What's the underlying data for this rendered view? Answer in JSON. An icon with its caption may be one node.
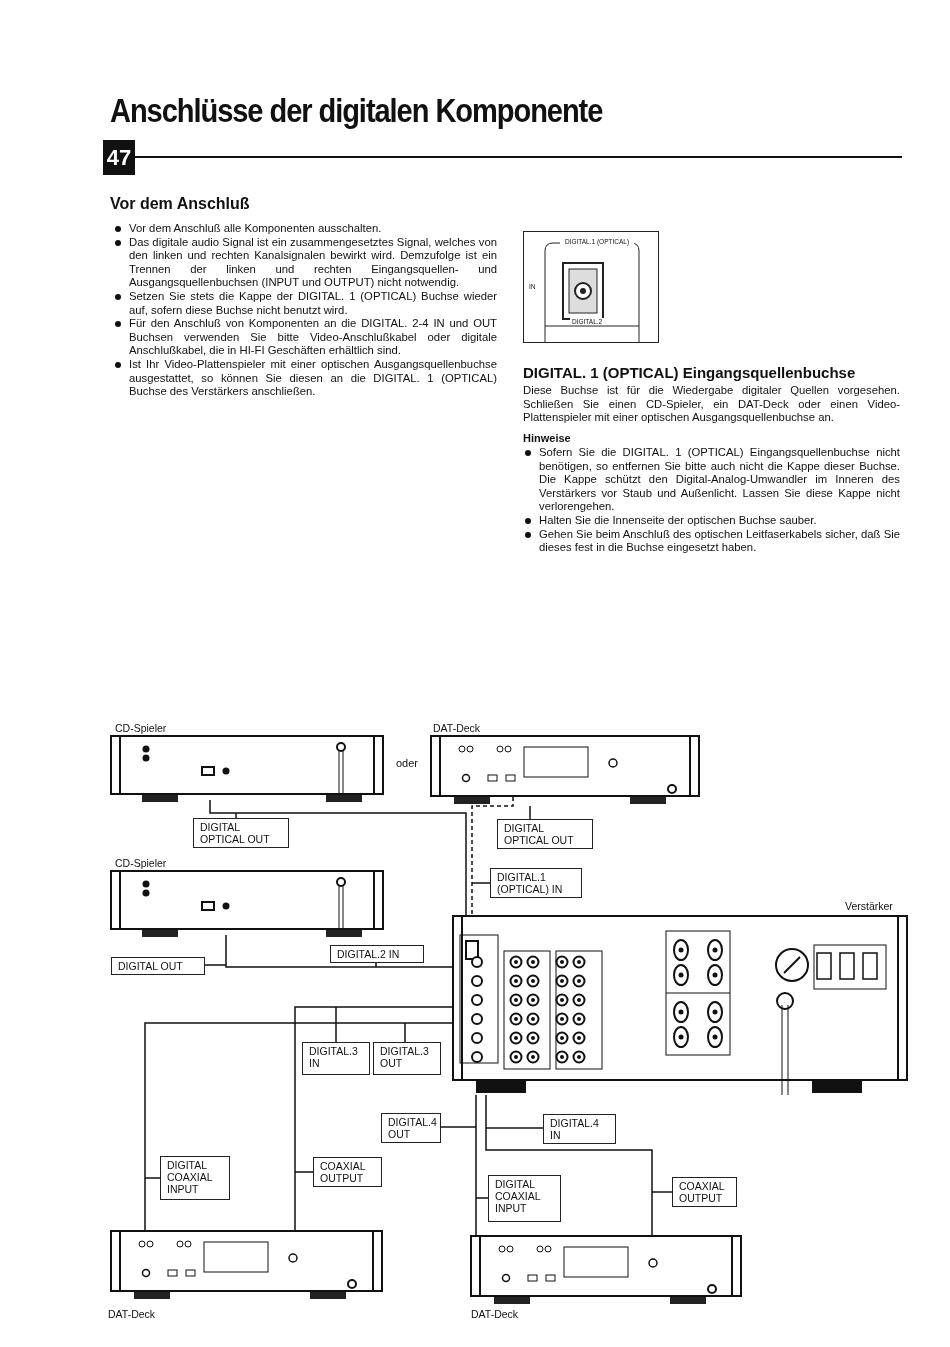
{
  "diagram": {
    "title": "Anschlüsse der digitalen Komponente",
    "nodes": [
      {
        "text": [],
        "shape": "picture",
        "beside": [
          "CD-Spieler"
        ]
      },
      {
        "text": [],
        "shape": "picture",
        "beside": [
          "DAT-Deck"
        ]
      },
      {
        "text": [],
        "shape": "picture",
        "beside": [
          "CD-Spieler"
        ]
      },
      {
        "text": [],
        "shape": "picture",
        "beside": [
          "Verstärker"
        ]
      },
      {
        "text": [],
        "shape": "picture",
        "beside": [
          "DAT-Deck"
        ]
      },
      {
        "text": [],
        "shape": "picture",
        "beside": [
          "DAT-Deck"
        ]
      },
      {
        "text": [
          "DIGITAL OPTICAL OUT"
        ]
      },
      {
        "text": [
          "DIGITAL OPTICAL OUT"
        ]
      },
      {
        "text": [
          "DIGITAL.1 (OPTICAL) IN"
        ]
      },
      {
        "text": [
          "DIGITAL OUT"
        ]
      },
      {
        "text": [
          "DIGITAL.2 IN"
        ]
      },
      {
        "text": [
          "DIGITAL.3 IN"
        ]
      },
      {
        "text": [
          "DIGITAL.3 OUT"
        ]
      },
      {
        "text": [
          "DIGITAL.4 OUT"
        ]
      },
      {
        "text": [
          "DIGITAL.4 IN"
        ]
      },
      {
        "text": [
          "DIGITAL COAXIAL INPUT"
        ]
      },
      {
        "text": [
          "COAXIAL OUTPUT"
        ]
      },
      {
        "text": [
          "DIGITAL COAXIAL INPUT"
        ]
      },
      {
        "text": [
          "COAXIAL OUTPUT"
        ]
      }
    ],
    "edges": [
      {
        "from": 0,
        "to": 3,
        "arrow": "none"
      },
      {
        "from": 1,
        "to": 3,
        "arrow": "none",
        "style": "dashed"
      },
      {
        "from": 2,
        "to": 3,
        "arrow": "none"
      },
      {
        "from": 3,
        "to": 4,
        "arrow": "none"
      },
      {
        "from": 4,
        "to": 3,
        "arrow": "none"
      },
      {
        "from": 3,
        "to": 5,
        "arrow": "none"
      },
      {
        "from": 5,
        "to": 3,
        "arrow": "none"
      },
      {
        "from": 6,
        "to": null,
        "arrow": "none"
      },
      {
        "from": 7,
        "to": null,
        "arrow": "none"
      },
      {
        "from": 8,
        "to": null,
        "arrow": "none"
      },
      {
        "from": 9,
        "to": null,
        "arrow": "none"
      },
      {
        "from": 10,
        "to": null,
        "arrow": "none"
      },
      {
        "from": 11,
        "to": null,
        "arrow": "none"
      },
      {
        "from": 12,
        "to": null,
        "arrow": "none"
      },
      {
        "from": 13,
        "to": null,
        "arrow": "none"
      },
      {
        "from": 14,
        "to": null,
        "arrow": "none"
      },
      {
        "from": 15,
        "to": null,
        "arrow": "none"
      },
      {
        "from": 16,
        "to": null,
        "arrow": "none"
      },
      {
        "from": 17,
        "to": null,
        "arrow": "none"
      },
      {
        "from": 18,
        "to": null,
        "arrow": "none"
      }
    ],
    "labels": [
      "47",
      "Vor dem Anschluß",
      "Vor dem Anschluß alle Komponenten ausschalten.",
      "Das digitale audio Signal ist ein zusammengesetztes Signal, welches von den linken und rechten Kanalsignalen bewirkt wird. Demzufolge ist ein Trennen der linken und rechten Eingangsquellen- und Ausgangsquellenbuchsen (INPUT und OUTPUT) nicht notwendig.",
      "Setzen Sie stets die Kappe der DIGITAL. 1 (OPTICAL) Buchse wieder auf, sofern diese Buchse nicht benutzt wird.",
      "Für den Anschluß von Komponenten an die DIGITAL. 2-4 IN und OUT Buchsen verwenden Sie bitte Video-Anschlußkabel oder digitale Anschlußkabel, die in HI-FI Geschäften erhältlich sind.",
      "Ist Ihr Video-Plattenspieler mit einer optischen Ausgangsquellenbuchse ausgestattet, so können Sie diesen an die DIGITAL. 1 (OPTICAL) Buchse des Verstärkers anschließen.",
      "DIGITAL.1 (OPTICAL)",
      "IN",
      "DIGITAL.2",
      "DIGITAL. 1 (OPTICAL) Eingangsquellenbuchse",
      "Diese Buchse ist für die Wiedergabe digitaler Quellen vorgesehen. Schließen Sie einen CD-Spieler, ein DAT-Deck oder einen Video-Plattenspieler mit einer optischen Ausgangsquellenbuchse an.",
      "Hinweise",
      "Sofern Sie die DIGITAL. 1 (OPTICAL) Eingangsquellenbuchse nicht benötigen, so entfernen Sie bitte auch nicht die Kappe dieser Buchse. Die Kappe schützt den Digital-Analog-Umwandler im Inneren des Verstärkers vor Staub und Außenlicht. Lassen Sie diese Kappe nicht verlorengehen.",
      "Halten Sie die Innenseite der optischen Buchse sauber.",
      "Gehen Sie beim Anschluß des optischen Leitfaserkabels sicher, daß Sie dieses fest in die Buchse eingesetzt haben.",
      "oder"
    ]
  }
}
